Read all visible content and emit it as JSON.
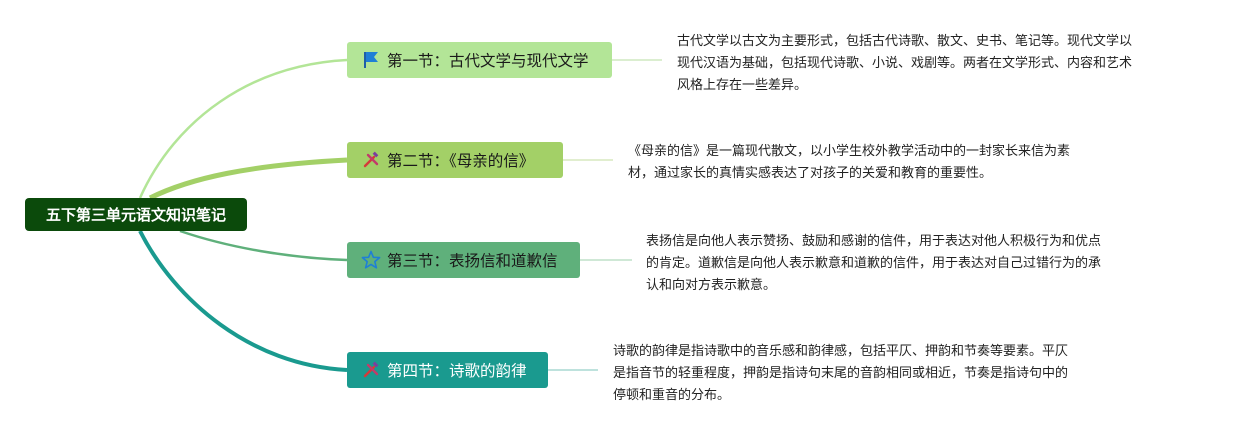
{
  "root": {
    "label": "五下第三单元语文知识笔记"
  },
  "sections": [
    {
      "title": "第一节：古代文学与现代文学",
      "icon": "flag-icon",
      "color": "#b3e597",
      "desc_lines": [
        "古代文学以古文为主要形式，包括古代诗歌、散文、史书、笔记等。现代文学以",
        "现代汉语为基础，包括现代诗歌、小说、戏剧等。两者在文学形式、内容和艺术",
        "风格上存在一些差异。"
      ]
    },
    {
      "title": "第二节：《母亲的信》",
      "icon": "tools-icon",
      "color": "#a3d067",
      "desc_lines": [
        "《母亲的信》是一篇现代散文，以小学生校外教学活动中的一封家长来信为素",
        "材，通过家长的真情实感表达了对孩子的关爱和教育的重要性。"
      ]
    },
    {
      "title": "第三节：表扬信和道歉信",
      "icon": "star-icon",
      "color": "#5fb07b",
      "desc_lines": [
        "表扬信是向他人表示赞扬、鼓励和感谢的信件，用于表达对他人积极行为和优点",
        "的肯定。道歉信是向他人表示歉意和道歉的信件，用于表达对自己过错行为的承",
        "认和向对方表示歉意。"
      ]
    },
    {
      "title": "第四节：诗歌的韵律",
      "icon": "tools-icon",
      "color": "#1a9a8f",
      "desc_lines": [
        "诗歌的韵律是指诗歌中的音乐感和韵律感，包括平仄、押韵和节奏等要素。平仄",
        "是指音节的轻重程度，押韵是指诗句末尾的音韵相同或相近，节奏是指诗句中的",
        "停顿和重音的分布。"
      ]
    }
  ]
}
